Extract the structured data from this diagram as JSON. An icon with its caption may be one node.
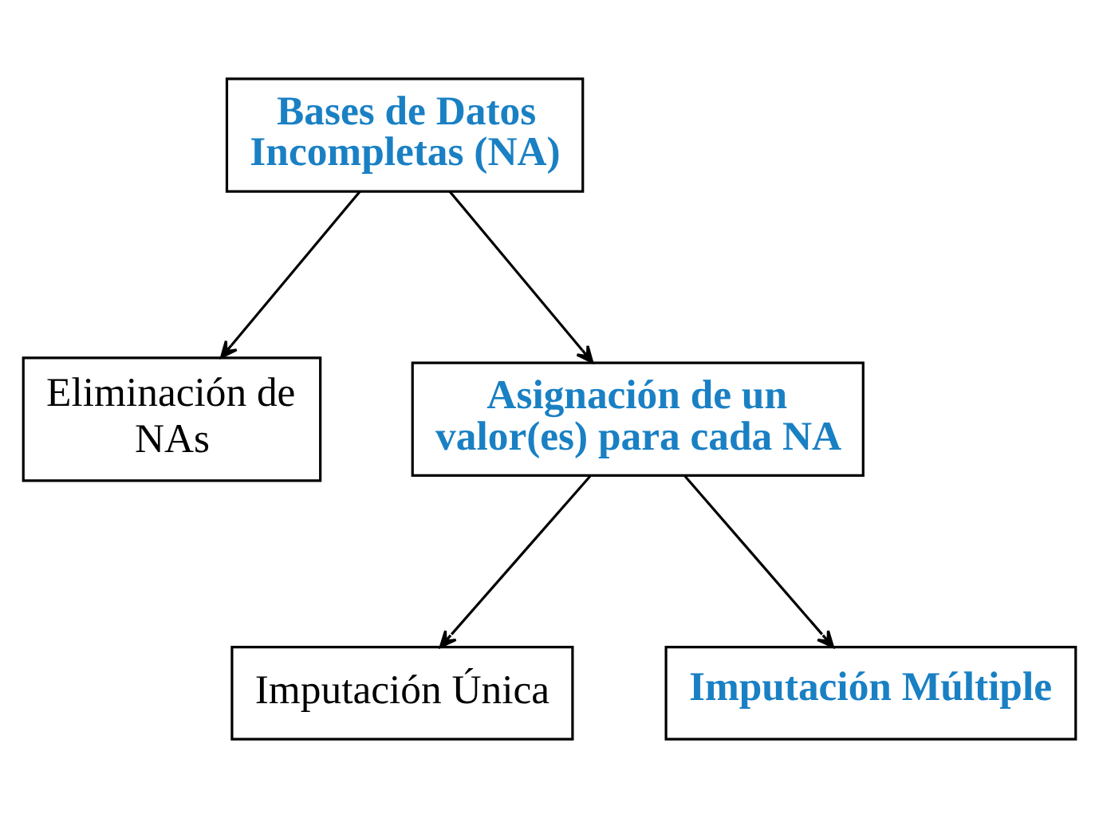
{
  "diagram": {
    "nodes": [
      {
        "text": [
          "Bases de Datos Incompletas (NA)"
        ]
      },
      {
        "text": [
          "Eliminación de NAs"
        ]
      },
      {
        "text": [
          "Asignación de un valor(es) para cada NA"
        ]
      },
      {
        "text": [
          "Imputación Única"
        ]
      },
      {
        "text": [
          "Imputación Múltiple"
        ]
      }
    ],
    "edges": [
      {
        "from": 0,
        "to": 1,
        "arrow": "to"
      },
      {
        "from": 0,
        "to": 2,
        "arrow": "to"
      },
      {
        "from": 2,
        "to": 3,
        "arrow": "to"
      },
      {
        "from": 2,
        "to": 4,
        "arrow": "to"
      }
    ]
  }
}
